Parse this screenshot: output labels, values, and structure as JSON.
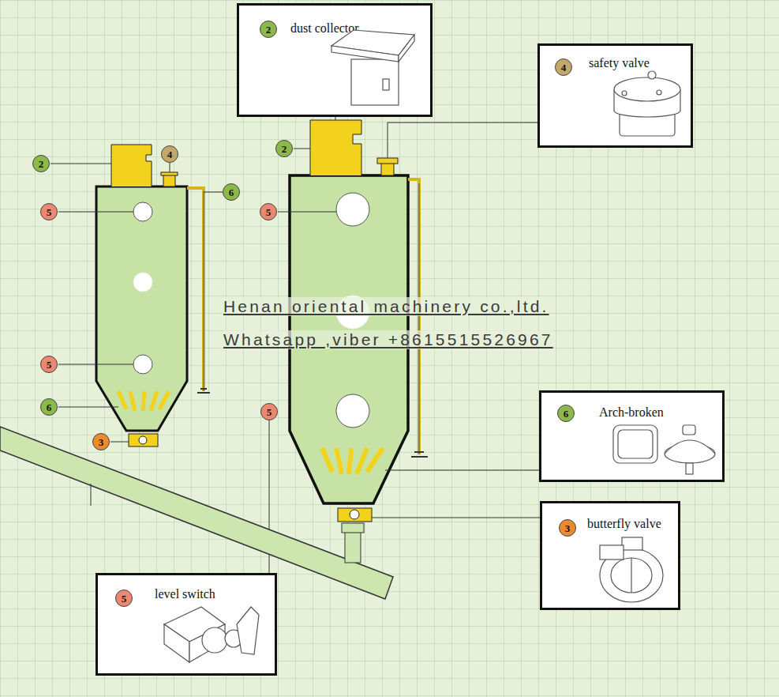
{
  "diagram": {
    "nodes": [
      {
        "text": [
          "dust collector"
        ]
      },
      {
        "text": [
          "2"
        ],
        "in": 0
      },
      {
        "text": [
          "safety valve"
        ]
      },
      {
        "text": [
          "4"
        ],
        "in": 2
      },
      {
        "text": [
          "2"
        ]
      },
      {
        "text": [
          "4"
        ]
      },
      {
        "text": [
          "6"
        ]
      },
      {
        "text": [
          "2"
        ]
      },
      {
        "text": [
          "5"
        ]
      },
      {
        "text": [
          "5"
        ]
      },
      {
        "text": [
          "5"
        ]
      },
      {
        "text": [
          "6"
        ]
      },
      {
        "text": [
          "5"
        ]
      },
      {
        "text": [
          "Arch-broken"
        ]
      },
      {
        "text": [
          "6"
        ],
        "in": 13
      },
      {
        "text": [
          "3"
        ]
      },
      {
        "text": [
          "butterfly valve"
        ]
      },
      {
        "text": [
          "3"
        ],
        "in": 16
      },
      {
        "text": [
          "level switch"
        ]
      },
      {
        "text": [
          "5"
        ],
        "in": 18
      }
    ],
    "edges": [
      {
        "from": 12,
        "to": 18,
        "arrow": "none"
      }
    ],
    "labels": [
      "Henan oriental machinery co.,ltd.",
      "Whatsapp ,viber +8615515526967"
    ]
  }
}
